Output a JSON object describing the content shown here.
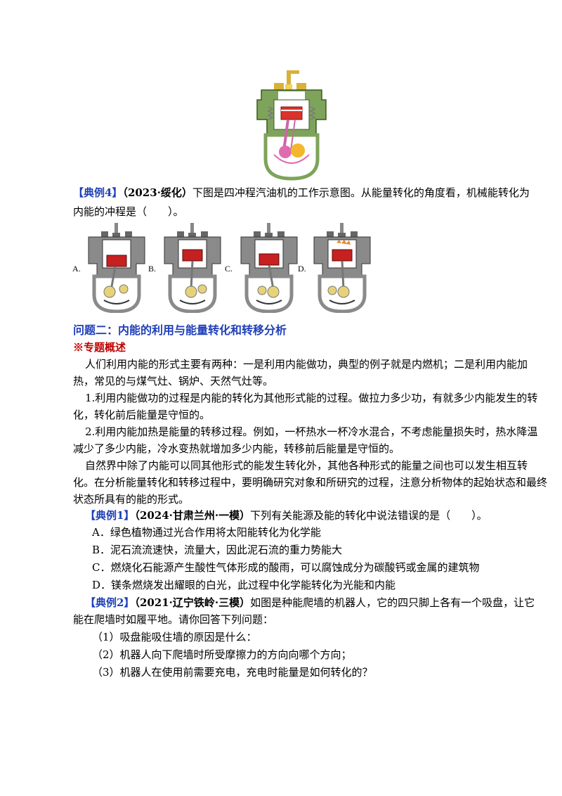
{
  "example4": {
    "tag": "【典例4】",
    "source": "（2023·绥化）",
    "text1": "下图是四冲程汽油机的工作示意图。从能量转化的角度看，机械能转化为",
    "text2": "内能的冲程是（　　）。",
    "choices": [
      "A.",
      "B.",
      "C.",
      "D."
    ]
  },
  "section2": {
    "title": "问题二：内能的利用与能量转化和转移分析",
    "overview_label": "※专题概述",
    "p1_l1": "人们利用内能的形式主要有两种：一是利用内能做功，典型的例子就是内燃机；二是利用内能加",
    "p1_l2": "热，常见的与煤气灶、锅炉、天然气灶等。",
    "p2_l1": "1.利用内能做功的过程是内能的转化为其他形式能的过程。做拉力多少功，有就多少内能发生的转",
    "p2_l2": "化，转化前后能量是守恒的。",
    "p3_l1": "2.利用内能加热是能量的转移过程。例如，一杯热水一杯冷水混合，不考虑能量损失时，热水降温",
    "p3_l2": "减少了多少内能，冷水变热就增加多少内能，转移前后能量是守恒的。",
    "p4_l1": "自然界中除了内能可以同其他形式的能发生转化外，其他各种形式的能量之间也可以发生相互转",
    "p4_l2": "化。在分析能量转化和转移过程中，要明确研究对象和所研究的过程，注意分析物体的起始状态和最终",
    "p4_l3": "状态所具有的能的形式。"
  },
  "example1": {
    "tag": "【典例1】",
    "source": "（2024·甘肃兰州·一模）",
    "text": "下列有关能源及能的转化中说法错误的是（　　）。",
    "options": [
      "A．绿色植物通过光合作用将太阳能转化为化学能",
      "B．泥石流流速快，流量大，因此泥石流的重力势能大",
      "C．燃烧化石能源产生酸性气体形成的酸雨，可以腐蚀成分为碳酸钙或金属的建筑物",
      "D．镁条燃烧发出耀眼的白光，此过程中化学能转化为光能和内能"
    ]
  },
  "example2": {
    "tag": "【典例2】",
    "source": "（2021·辽宁铁岭·三模）",
    "text1": "如图是种能爬墙的机器人，它的四只脚上各有一个吸盘，让它",
    "text2": "能在爬墙时如履平地。请你回答下列问题：",
    "questions": [
      "（1）吸盘能吸住墙的原因是什么：",
      "（2）机器人向下爬墙时所受摩擦力的方向向哪个方向；",
      "（3）机器人在使用前需要充电，充电时能量是如何转化的？"
    ]
  }
}
